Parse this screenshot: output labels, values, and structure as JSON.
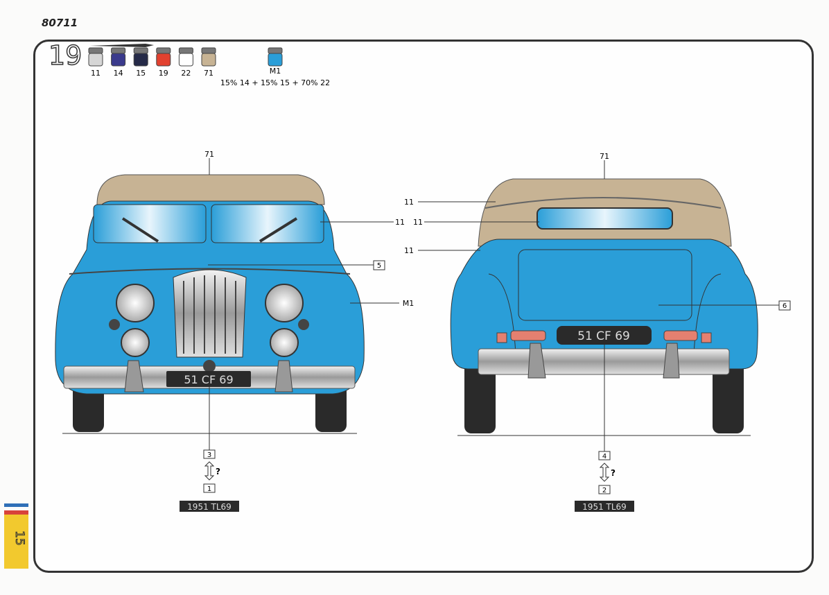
{
  "page": {
    "code": "80711",
    "page_number": "15"
  },
  "step": {
    "number": "19",
    "paints": [
      {
        "label": "11",
        "color": "#d6d6d6"
      },
      {
        "label": "14",
        "color": "#3a3a8c"
      },
      {
        "label": "15",
        "color": "#252a48"
      },
      {
        "label": "19",
        "color": "#e2412f"
      },
      {
        "label": "22",
        "color": "#ffffff"
      },
      {
        "label": "71",
        "color": "#c7b394"
      }
    ],
    "mix": {
      "label": "M1",
      "color": "#2a9ed8",
      "formula": "15% 14 + 15% 15 + 70% 22"
    }
  },
  "front_view": {
    "callouts": {
      "roof": "71",
      "windshield": "11",
      "emblem_part": "5",
      "body": "M1",
      "plate_part": "3",
      "decal": "1"
    },
    "plate_on_car": "51 CF 69",
    "decal_plate": "1951 TL69",
    "question": "?"
  },
  "rear_view": {
    "callouts": {
      "roof": "71",
      "top_trim": "11",
      "window": "11",
      "lower_trim": "11",
      "badge_part": "6",
      "plate_part": "4",
      "decal": "2"
    },
    "plate_on_car": "51 CF 69",
    "decal_plate": "1951 TL69",
    "question": "?"
  },
  "colors": {
    "body": "#2a9ed8",
    "roof": "#c7b394",
    "tab_yellow": "#f2c92e",
    "tab_red": "#d8433a",
    "tab_blue": "#2f6fb7"
  }
}
